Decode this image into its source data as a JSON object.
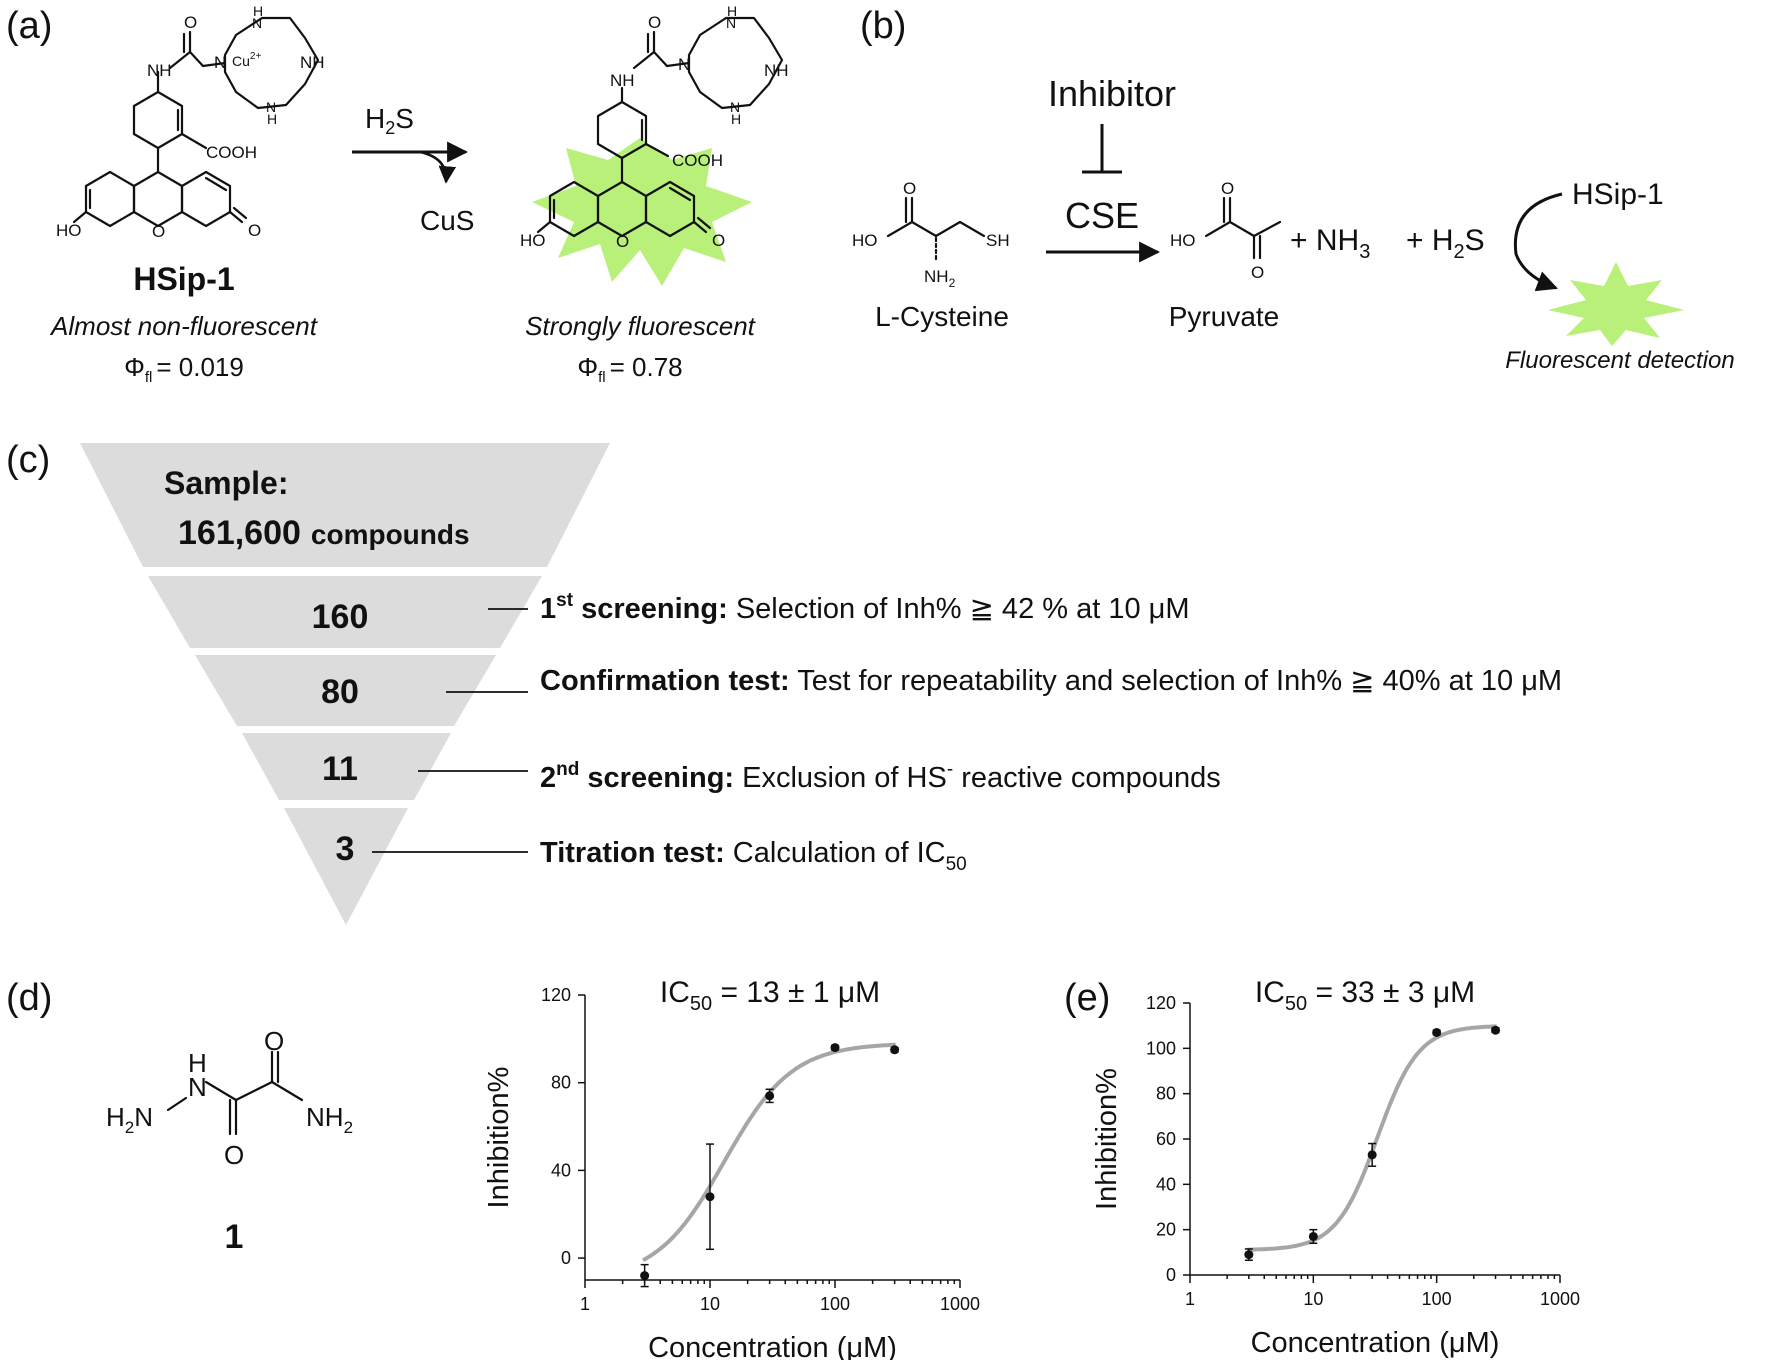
{
  "panel_a": {
    "label": "(a)",
    "reactant": {
      "name": "HSip-1",
      "caption": "Almost non-fluorescent",
      "qy_symbol": "Φ",
      "qy_sub": "fl",
      "qy_value": "= 0.019",
      "metal": "Cu",
      "metal_charge": "2+"
    },
    "reagent_main": "H",
    "reagent_sub": "2",
    "reagent_tail": "S",
    "byproduct": "CuS",
    "product": {
      "caption": "Strongly fluorescent",
      "qy_symbol": "Φ",
      "qy_sub": "fl",
      "qy_value": "= 0.78"
    },
    "atoms": {
      "nh": "NH",
      "n": "N",
      "h": "H",
      "o": "O",
      "ho": "HO",
      "cooh": "COOH"
    }
  },
  "panel_b": {
    "label": "(b)",
    "inhibitor": "Inhibitor",
    "enzyme": "CSE",
    "substrate": "L-Cysteine",
    "product": "Pyruvate",
    "nh3_main": "+ NH",
    "nh3_sub": "3",
    "h2s_main": "+ H",
    "h2s_sub": "2",
    "h2s_tail": "S",
    "probe": "HSip-1",
    "detection": "Fluorescent detection",
    "atoms": {
      "ho": "HO",
      "o": "O",
      "sh": "SH",
      "nh": "NH",
      "nh_sub": "2"
    }
  },
  "panel_c": {
    "label": "(c)",
    "sample_title": "Sample:",
    "sample_count": "161,600",
    "sample_unit": "compounds",
    "stages": [
      {
        "count": "160",
        "bold": "1",
        "sup": "st",
        "bold_tail": " screening:",
        "text": " Selection of Inh% ≧ 42 % at 10 μM"
      },
      {
        "count": "80",
        "bold": "Confirmation test:",
        "text": " Test for repeatability and selection of Inh% ≧ 40% at 10 μM"
      },
      {
        "count": "11",
        "bold": "2",
        "sup": "nd",
        "bold_tail": " screening:",
        "text": " Exclusion of HS",
        "text_sup": "-",
        "text_tail": " reactive compounds"
      },
      {
        "count": "3",
        "bold": "Titration test:",
        "text": " Calculation of IC",
        "text_sub": "50"
      }
    ]
  },
  "panel_d": {
    "label": "(d)",
    "compound_number": "1",
    "atoms": {
      "h": "H",
      "n": "N",
      "o": "O",
      "h2n": "H",
      "h2n_sub": "2",
      "h2n_tail": "N",
      "nh2": "NH",
      "nh2_sub": "2"
    }
  },
  "panel_e": {
    "label": "(e)"
  },
  "chart_data": [
    {
      "type": "scatter",
      "title_main": "IC",
      "title_sub": "50",
      "title_tail": " = 13 ± 1 μM",
      "xlabel": "Concentration (μM)",
      "ylabel": "Inhibition%",
      "xscale": "log",
      "xlim": [
        1,
        1000
      ],
      "ylim": [
        -10,
        120
      ],
      "xticks": [
        "1",
        "10",
        "100",
        "1000"
      ],
      "yticks": [
        0,
        40,
        80,
        120
      ],
      "x": [
        3,
        10,
        30,
        100,
        300
      ],
      "y": [
        -8,
        28,
        74,
        96,
        95
      ],
      "yerr": [
        5,
        24,
        3,
        1,
        1
      ],
      "fit": {
        "bottom": -10,
        "top": 98,
        "ic50": 13,
        "hill": 1.6
      },
      "grid": false
    },
    {
      "type": "scatter",
      "title_main": "IC",
      "title_sub": "50",
      "title_tail": " = 33 ± 3 μM",
      "xlabel": "Concentration (μM)",
      "ylabel": "Inhibition%",
      "xscale": "log",
      "xlim": [
        1,
        1000
      ],
      "ylim": [
        0,
        120
      ],
      "xticks": [
        "1",
        "10",
        "100",
        "1000"
      ],
      "yticks": [
        0,
        20,
        40,
        60,
        80,
        100,
        120
      ],
      "x": [
        3,
        10,
        30,
        100,
        300
      ],
      "y": [
        9,
        17,
        53,
        107,
        108
      ],
      "yerr": [
        2.5,
        3,
        5,
        1,
        1
      ],
      "fit": {
        "bottom": 11,
        "top": 110,
        "ic50": 33,
        "hill": 2.6
      },
      "grid": false
    }
  ]
}
